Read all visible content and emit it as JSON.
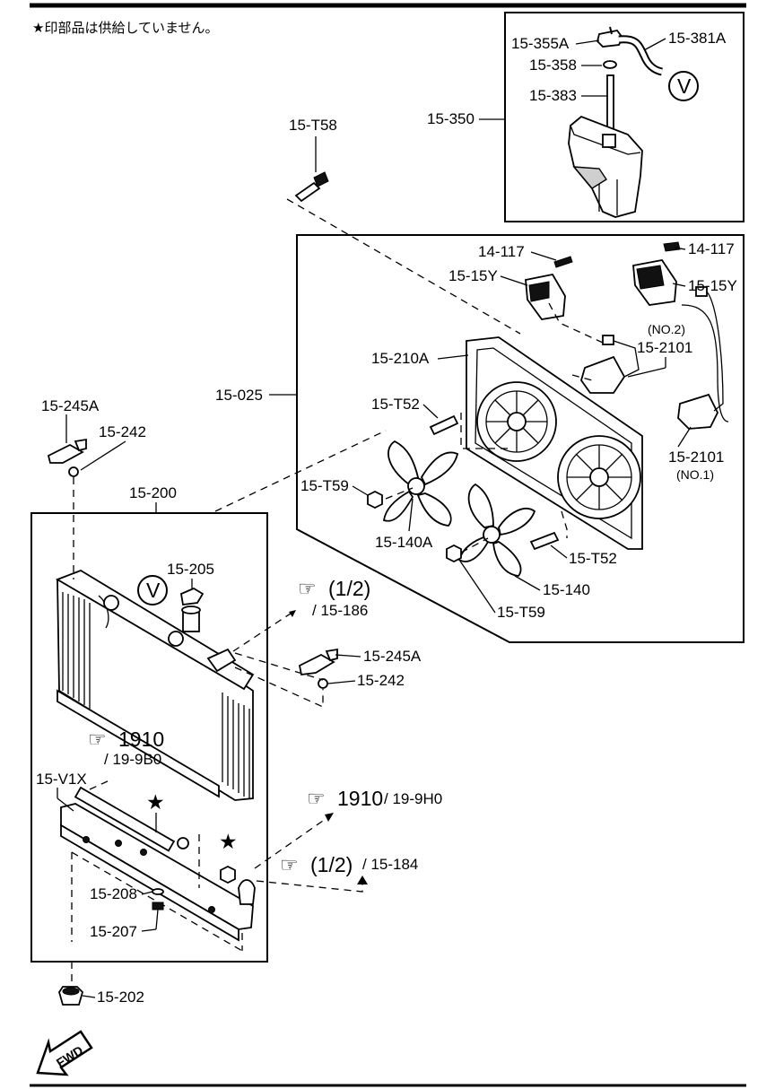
{
  "note": "★印部品は供給していません。",
  "reservoir": {
    "labels": {
      "cap": "15-355A",
      "hose": "15-381A",
      "gasket": "15-358",
      "tube": "15-383",
      "assembly": "15-350",
      "v_mark": "V"
    }
  },
  "bolt_top": "15-T58",
  "fan_assembly": {
    "labels": {
      "assembly": "15-025",
      "shroud": "15-210A",
      "bolt_left": "14-117",
      "bolt_right": "14-117",
      "relay_left": "15-15Y",
      "relay_right": "15-15Y",
      "motor_no2_tag": "(NO.2)",
      "motor_no2": "15-2101",
      "motor_no1": "15-2101",
      "motor_no1_tag": "(NO.1)",
      "screw_upper": "15-T52",
      "screw_lower": "15-T52",
      "nut_left": "15-T59",
      "nut_right": "15-T59",
      "fan_left": "15-140A",
      "fan_right": "15-140"
    }
  },
  "radiator": {
    "labels": {
      "assembly": "15-200",
      "bracket_upper": "15-245A",
      "cushion_upper": "15-242",
      "cap": "15-205",
      "v_mark": "V",
      "bracket_lower": "15-245A",
      "cushion_lower": "15-242",
      "tank": "15-V1X",
      "drain_gasket": "15-208",
      "drain_plug": "15-207",
      "bottom_cushion": "15-202",
      "star": "★"
    }
  },
  "references": {
    "ref1_num": "(1/2)",
    "ref1_code": "/ 15-186",
    "ref2_num": "1910",
    "ref2_code": "/ 19-9B0",
    "ref3_num": "1910",
    "ref3_code": "/ 19-9H0",
    "ref4_num": "(1/2)",
    "ref4_code": "/ 15-184",
    "pointer_glyph": "☞"
  },
  "fwd_label": "FWD"
}
